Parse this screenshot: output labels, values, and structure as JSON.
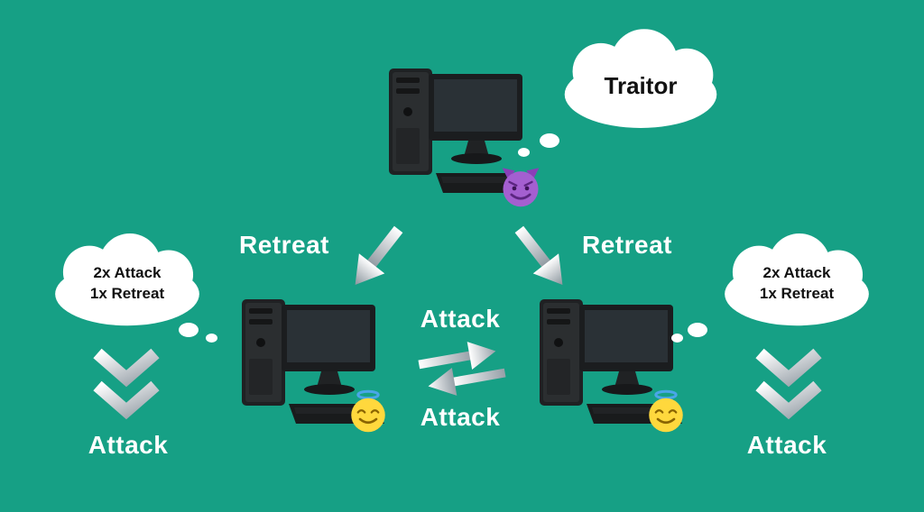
{
  "colors": {
    "background": "#16a085",
    "label_text": "#ffffff",
    "cloud_fill": "#ffffff",
    "cloud_text": "#111111",
    "arrow_gradient_light": "#ffffff",
    "arrow_gradient_dark": "#8a949c",
    "devil_emoji_purple": "#a45fd0",
    "angel_emoji_yellow": "#ffd83d"
  },
  "top_computer": {
    "thought": "Traitor",
    "emoji": "devil-face"
  },
  "edges": {
    "left_label": "Retreat",
    "right_label": "Retreat",
    "center_top": "Attack",
    "center_bottom": "Attack"
  },
  "left_general": {
    "thought_line1": "2x Attack",
    "thought_line2": "1x Retreat",
    "decision": "Attack",
    "emoji": "angel-face"
  },
  "right_general": {
    "thought_line1": "2x Attack",
    "thought_line2": "1x Retreat",
    "decision": "Attack",
    "emoji": "angel-face"
  }
}
